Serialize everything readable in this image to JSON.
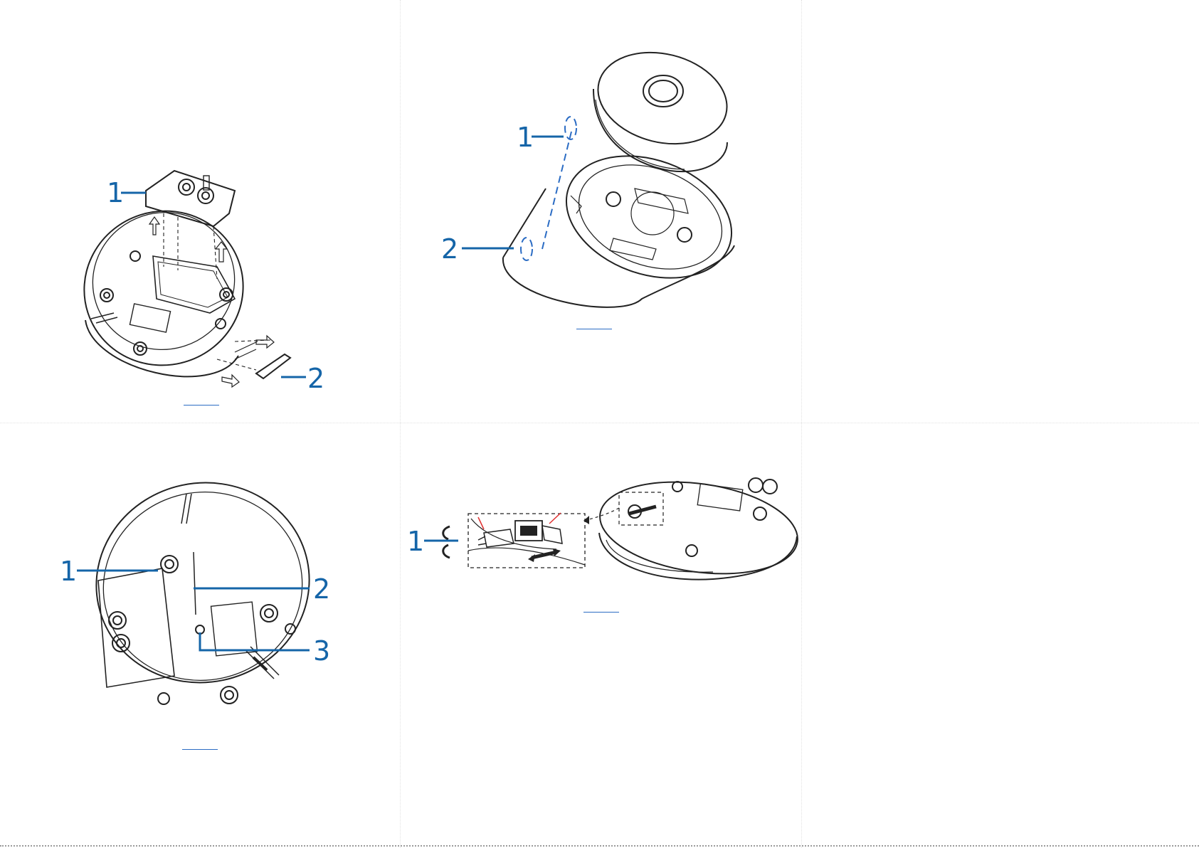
{
  "panels": [
    {
      "id": "fig-1",
      "callouts": [
        "1",
        "2"
      ]
    },
    {
      "id": "fig-2",
      "callouts": [
        "1",
        "2"
      ]
    },
    {
      "id": "fig-3",
      "callouts": [
        "1",
        "2",
        "3"
      ]
    },
    {
      "id": "fig-4",
      "callouts": [
        "1"
      ]
    }
  ],
  "colors": {
    "callout_blue": "#1565a8",
    "caption_link": "#2b6cc4",
    "arrow_red": "#e03030"
  }
}
